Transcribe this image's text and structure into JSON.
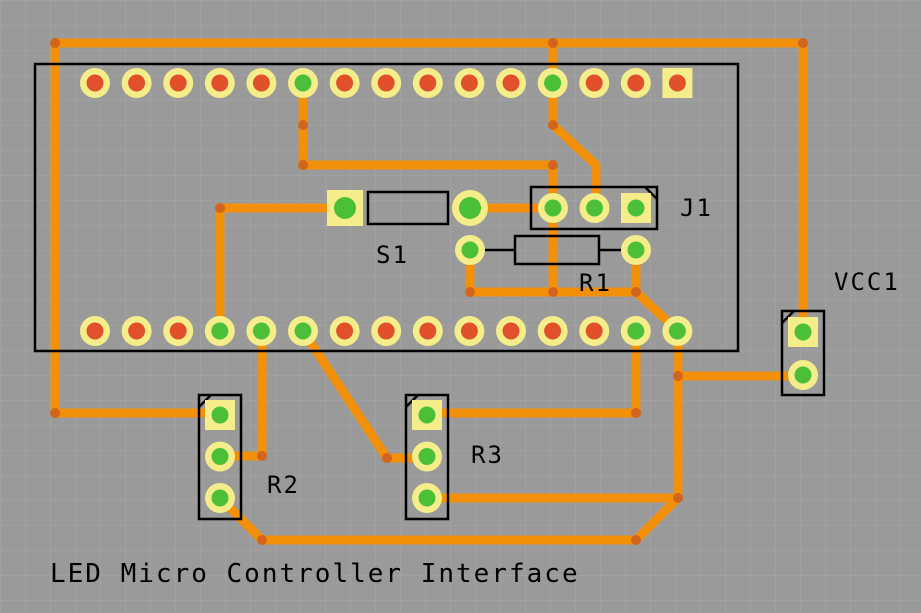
{
  "colors": {
    "background": "#9a9a9a",
    "grid": "#a8a8a8",
    "trace": "#f2900a",
    "via": "#d2641e",
    "pad_ring": "#f4ed8a",
    "pad_unconnected_center": "#e0502a",
    "pad_connected_center": "#4cbf38",
    "silkscreen": "#000000"
  },
  "labels": {
    "title": "LED Micro Controller Interface",
    "j1": "J1",
    "s1": "S1",
    "r1": "R1",
    "r2": "R2",
    "r3": "R3",
    "vcc1": "VCC1"
  },
  "components": {
    "microcontroller_top_row": {
      "pin_count": 15,
      "connected": [
        false,
        false,
        false,
        false,
        false,
        true,
        false,
        false,
        false,
        false,
        false,
        true,
        false,
        false,
        false
      ]
    },
    "microcontroller_bottom_row": {
      "pin_count": 15,
      "connected": [
        false,
        false,
        false,
        true,
        true,
        true,
        false,
        false,
        false,
        false,
        false,
        false,
        false,
        true,
        true
      ]
    },
    "j1_pins": 3,
    "r2_pins": 3,
    "r3_pins": 3,
    "vcc1_pins": 2
  }
}
